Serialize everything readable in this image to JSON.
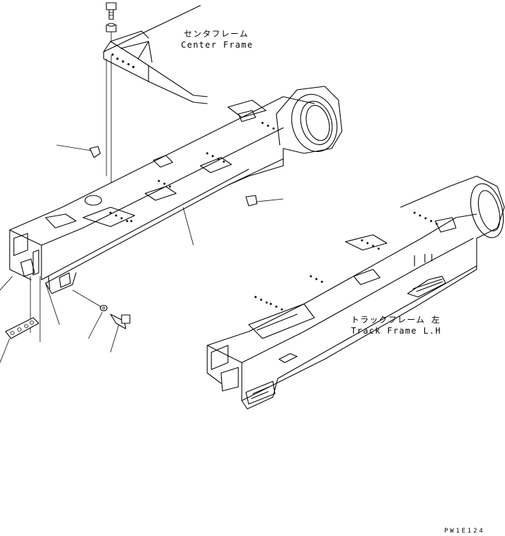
{
  "labels": {
    "center_frame_jp": "センタフレーム",
    "center_frame_en": "Center Frame",
    "track_frame_jp": "トラックフレーム 左",
    "track_frame_en": "Track Frame L.H"
  },
  "drawing_code": "PW1E124"
}
